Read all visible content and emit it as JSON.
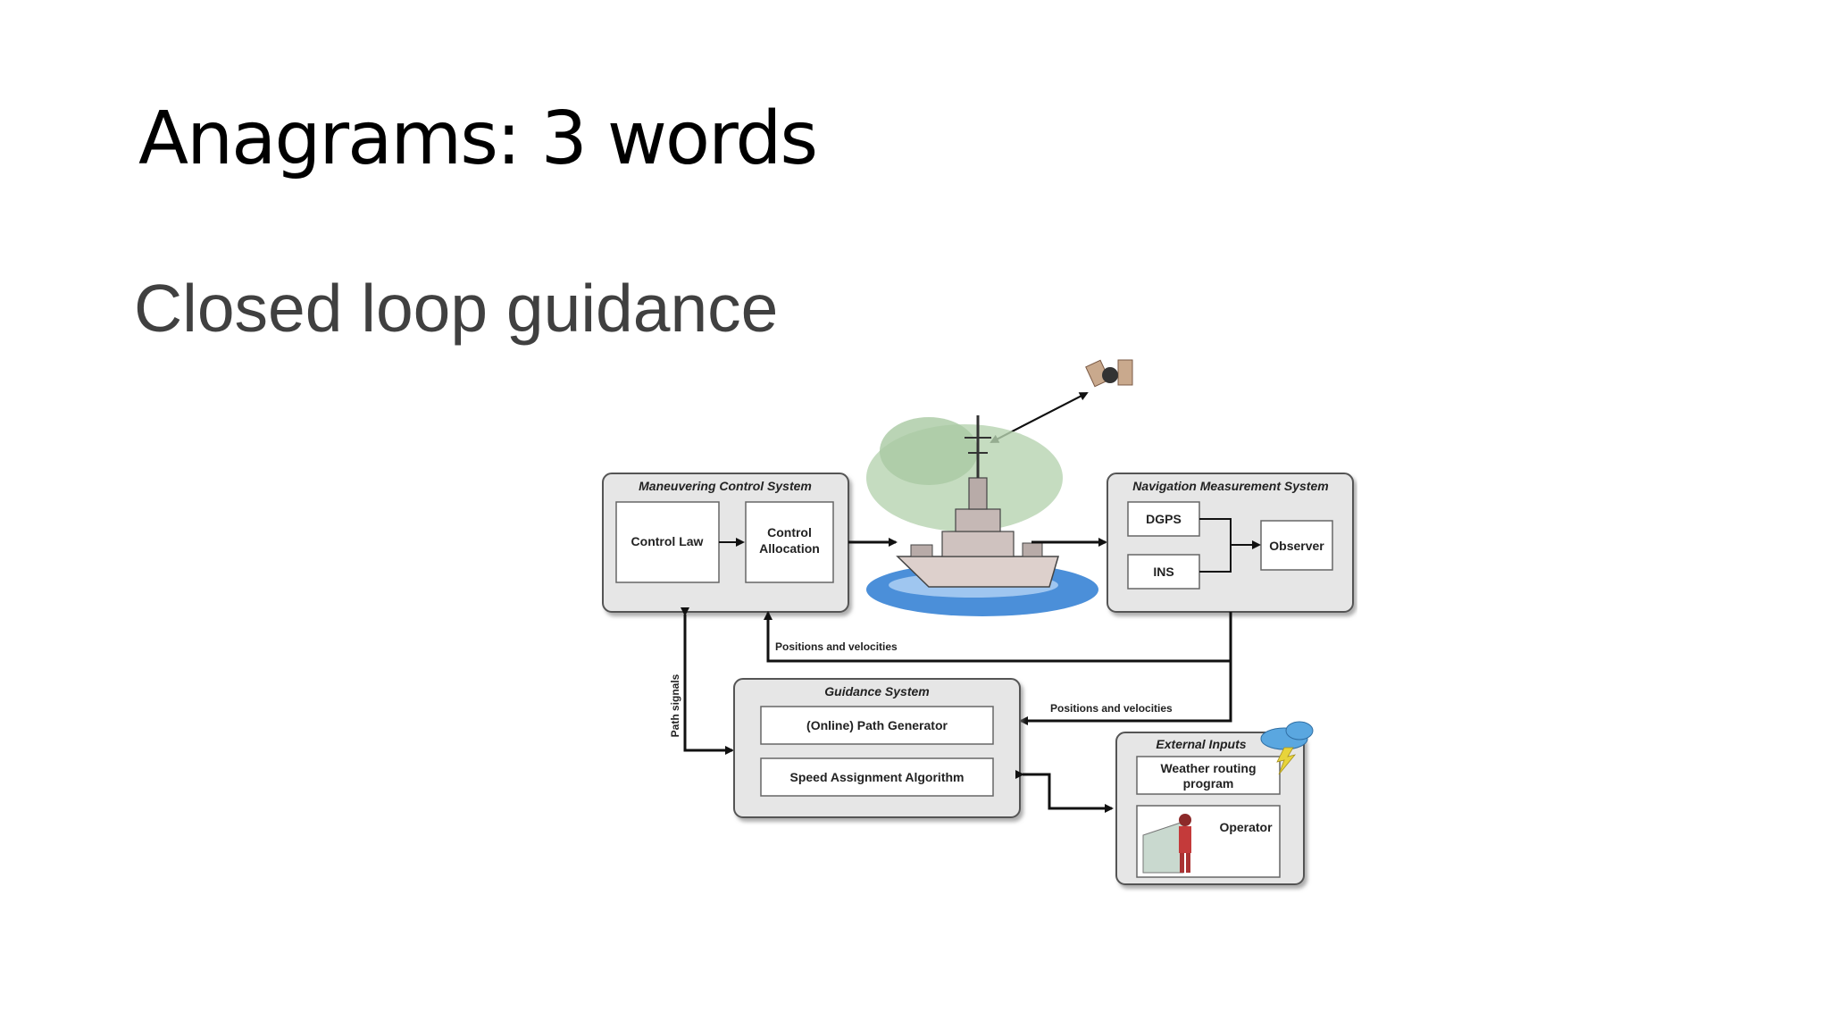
{
  "slide": {
    "title": "Anagrams: 3 words",
    "subtitle": "Closed loop guidance"
  },
  "diagram": {
    "maneuvering_control": {
      "title": "Maneuvering Control System",
      "control_law": "Control Law",
      "control_allocation_line1": "Control",
      "control_allocation_line2": "Allocation"
    },
    "navigation": {
      "title": "Navigation Measurement System",
      "dgps": "DGPS",
      "ins": "INS",
      "observer": "Observer"
    },
    "guidance": {
      "title": "Guidance System",
      "path_generator": "(Online) Path Generator",
      "speed_assignment": "Speed Assignment Algorithm"
    },
    "external_inputs": {
      "title": "External Inputs",
      "weather_line1": "Weather routing",
      "weather_line2": "program",
      "operator": "Operator"
    },
    "labels": {
      "positions_velocities_top": "Positions and velocities",
      "positions_velocities_right": "Positions and velocities",
      "path_signals": "Path signals"
    },
    "icons": [
      "ship-icon",
      "satellite-icon",
      "weather-cloud-icon",
      "operator-icon"
    ]
  }
}
